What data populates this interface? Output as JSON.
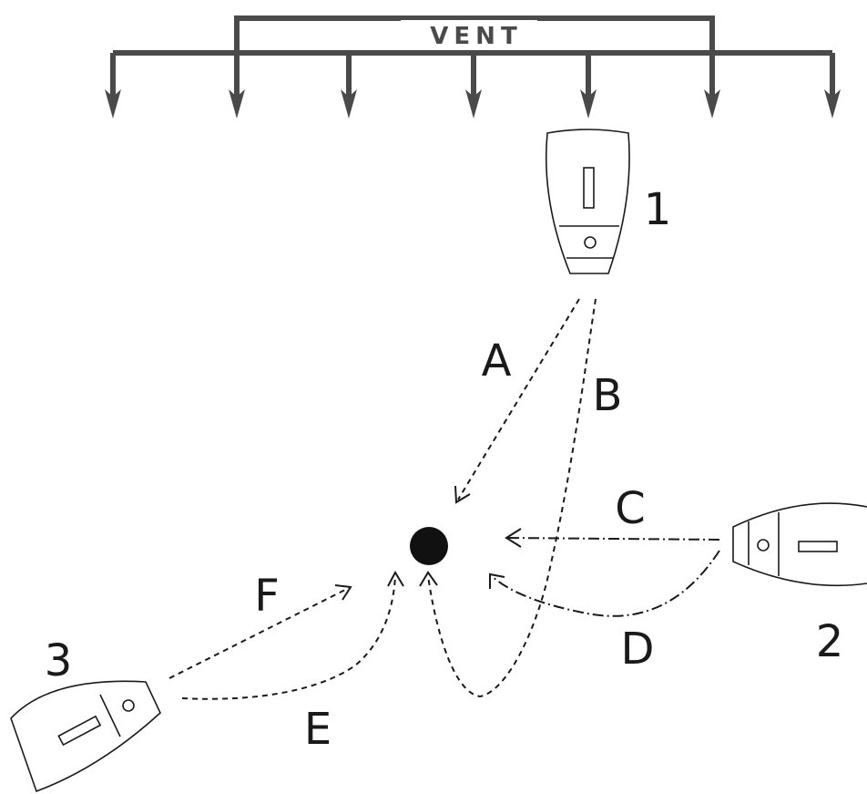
{
  "wind": {
    "label": "VENT",
    "arrow_count": 7,
    "icon": "downward-arrow"
  },
  "mark": {
    "icon": "filled-circle"
  },
  "boats": [
    {
      "number": "1",
      "icon": "boat-topview"
    },
    {
      "number": "2",
      "icon": "boat-topview"
    },
    {
      "number": "3",
      "icon": "boat-topview"
    }
  ],
  "paths": [
    {
      "label": "A",
      "style": "dashed",
      "from_boat": "1"
    },
    {
      "label": "B",
      "style": "dashed",
      "from_boat": "1"
    },
    {
      "label": "C",
      "style": "dash-dot",
      "from_boat": "2"
    },
    {
      "label": "D",
      "style": "dash-dot",
      "from_boat": "2"
    },
    {
      "label": "E",
      "style": "dashed",
      "from_boat": "3"
    },
    {
      "label": "F",
      "style": "dashed",
      "from_boat": "3"
    }
  ],
  "colors": {
    "wind": "#4a4a4a",
    "lines": "#1a1a1a",
    "background": "#ffffff"
  }
}
